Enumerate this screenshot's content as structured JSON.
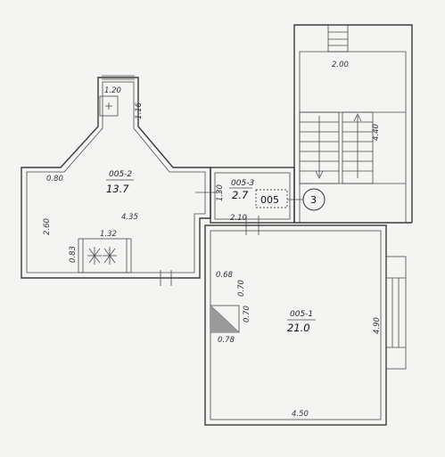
{
  "rooms": [
    {
      "id": "005-2",
      "area": "13.7"
    },
    {
      "id": "005-3",
      "area": "2.7"
    },
    {
      "id": "005-1",
      "area": "21.0"
    }
  ],
  "apartment_label": "005",
  "stair_label": "3",
  "dimensions": {
    "stair_width": "2.00",
    "stair_length": "4.40",
    "kitchen_window_width": "1.20",
    "kitchen_nook_depth": "1.16",
    "kitchen_corner": "0.80",
    "kitchen_height": "2.60",
    "kitchen_width": "4.35",
    "stove_width": "1.32",
    "stove_depth": "0.83",
    "hall_depth": "1.30",
    "hall_width": "2.10",
    "shaft_width": "0.68",
    "shaft_height_top": "0.70",
    "shaft_height_side": "0.70",
    "shaft_base": "0.78",
    "room_height": "4.90",
    "room_width": "4.50"
  }
}
